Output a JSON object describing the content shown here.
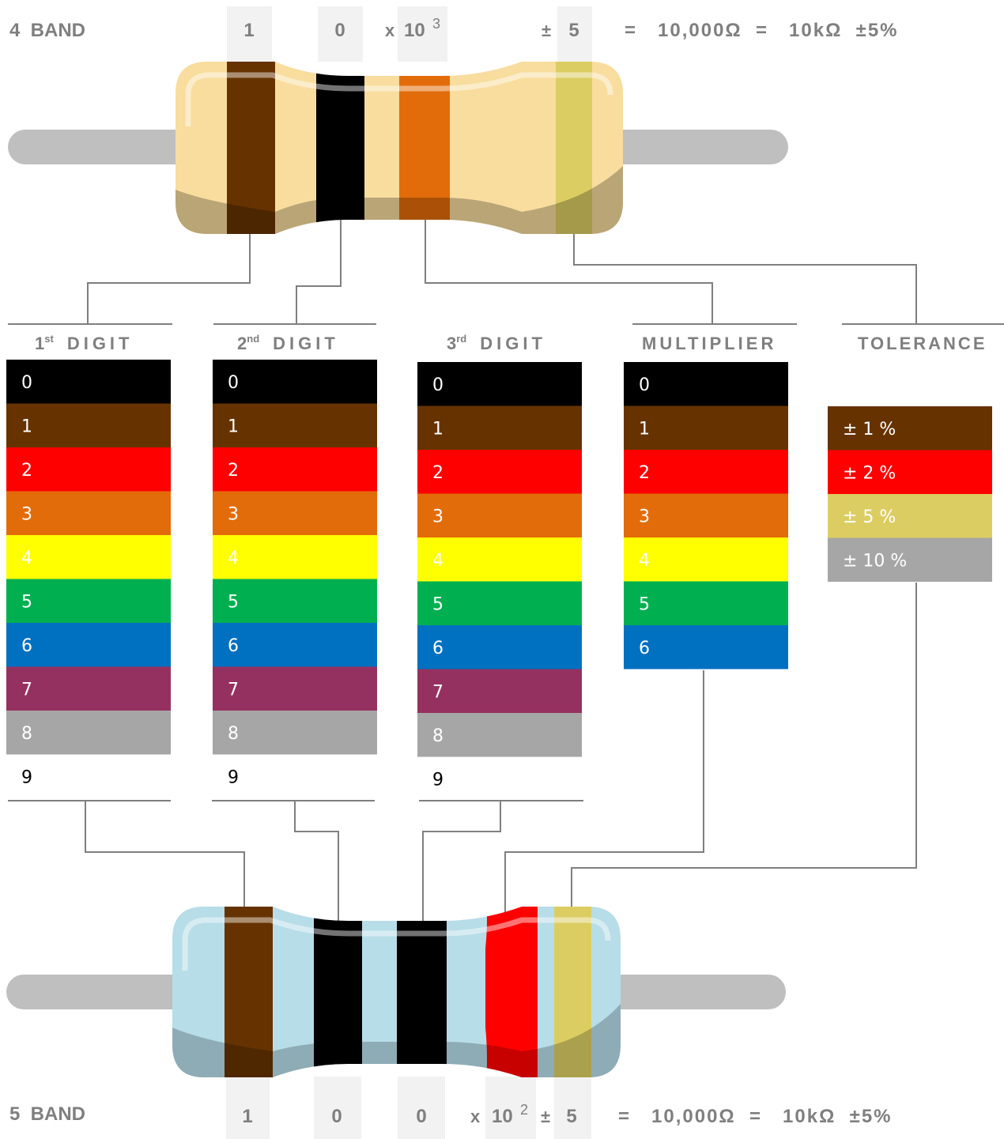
{
  "four_band": {
    "label": "4  BAND",
    "d1": "1",
    "d2": "0",
    "mult_x": "x",
    "mult_base": "10",
    "mult_exp": "3",
    "tol_pm": "±",
    "tol_val": "5",
    "result": "=   10,000Ω  =   10kΩ  ±5%",
    "body_color": "#f8dd9e",
    "bands": [
      "#663300",
      "#000000",
      "#e36c0a",
      "#dccd63"
    ]
  },
  "five_band": {
    "label": "5  BAND",
    "d1": "1",
    "d2": "0",
    "d3": "0",
    "mult_x": "x",
    "mult_base": "10",
    "mult_exp": "2",
    "tol_pm": "±",
    "tol_val": "5",
    "result": "=   10,000Ω  =   10kΩ  ±5%",
    "body_color": "#b7dde8",
    "bands": [
      "#663300",
      "#000000",
      "#000000",
      "#ff0000",
      "#dccd63"
    ]
  },
  "columns": {
    "first": {
      "heading_num": "1",
      "heading_sup": "st",
      "heading_word": "DIGIT"
    },
    "second": {
      "heading_num": "2",
      "heading_sup": "nd",
      "heading_word": "DIGIT"
    },
    "third": {
      "heading_num": "3",
      "heading_sup": "rd",
      "heading_word": "DIGIT"
    },
    "multiplier": {
      "heading": "MULTIPLIER"
    },
    "tolerance": {
      "heading": "TOLERANCE"
    }
  },
  "digit_rows": [
    {
      "label": "0",
      "color": "#000000",
      "text_color": "#ffffff"
    },
    {
      "label": "1",
      "color": "#663300",
      "text_color": "#ffffff"
    },
    {
      "label": "2",
      "color": "#ff0000",
      "text_color": "#ffffff"
    },
    {
      "label": "3",
      "color": "#e36c0a",
      "text_color": "#ffffff"
    },
    {
      "label": "4",
      "color": "#ffff00",
      "text_color": "#ffffff"
    },
    {
      "label": "5",
      "color": "#00b050",
      "text_color": "#ffffff"
    },
    {
      "label": "6",
      "color": "#0070c0",
      "text_color": "#ffffff"
    },
    {
      "label": "7",
      "color": "#953160",
      "text_color": "#ffffff"
    },
    {
      "label": "8",
      "color": "#a6a6a6",
      "text_color": "#ffffff"
    },
    {
      "label": "9",
      "color": "#ffffff",
      "text_color": "#000000"
    }
  ],
  "multiplier_rows": [
    {
      "label": "0",
      "color": "#000000",
      "text_color": "#ffffff"
    },
    {
      "label": "1",
      "color": "#663300",
      "text_color": "#ffffff"
    },
    {
      "label": "2",
      "color": "#ff0000",
      "text_color": "#ffffff"
    },
    {
      "label": "3",
      "color": "#e36c0a",
      "text_color": "#ffffff"
    },
    {
      "label": "4",
      "color": "#ffff00",
      "text_color": "#ffffff"
    },
    {
      "label": "5",
      "color": "#00b050",
      "text_color": "#ffffff"
    },
    {
      "label": "6",
      "color": "#0070c0",
      "text_color": "#ffffff"
    }
  ],
  "tolerance_rows": [
    {
      "label": "± 1 %",
      "color": "#663300",
      "text_color": "#ffffff"
    },
    {
      "label": "± 2 %",
      "color": "#ff0000",
      "text_color": "#ffffff"
    },
    {
      "label": "± 5 %",
      "color": "#dccd63",
      "text_color": "#ffffff"
    },
    {
      "label": "± 10 %",
      "color": "#a6a6a6",
      "text_color": "#ffffff"
    }
  ],
  "colors": {
    "label_gray": "#7f7f7f",
    "lead_gray": "#bfbfbf",
    "highlight_gray": "#f2f2f2",
    "line_gray": "#7f7f7f"
  }
}
